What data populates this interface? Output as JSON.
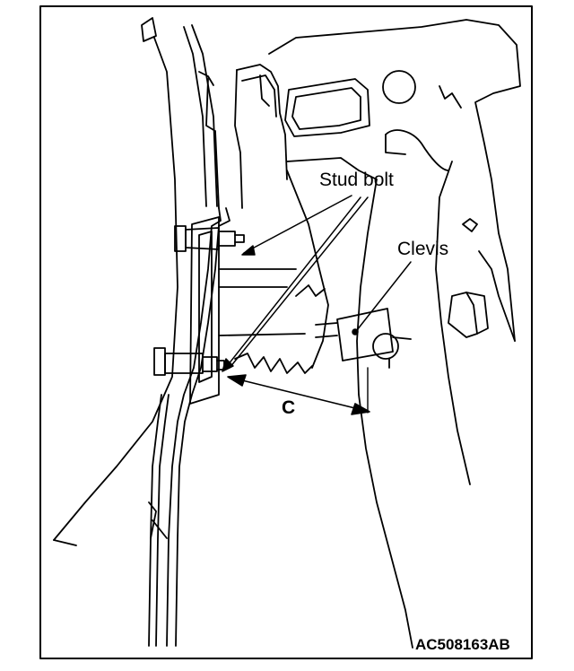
{
  "labels": {
    "stud_bolt": "Stud bolt",
    "clevis": "Clevis",
    "dimension": "C",
    "figure_code": "AC508163AB"
  }
}
